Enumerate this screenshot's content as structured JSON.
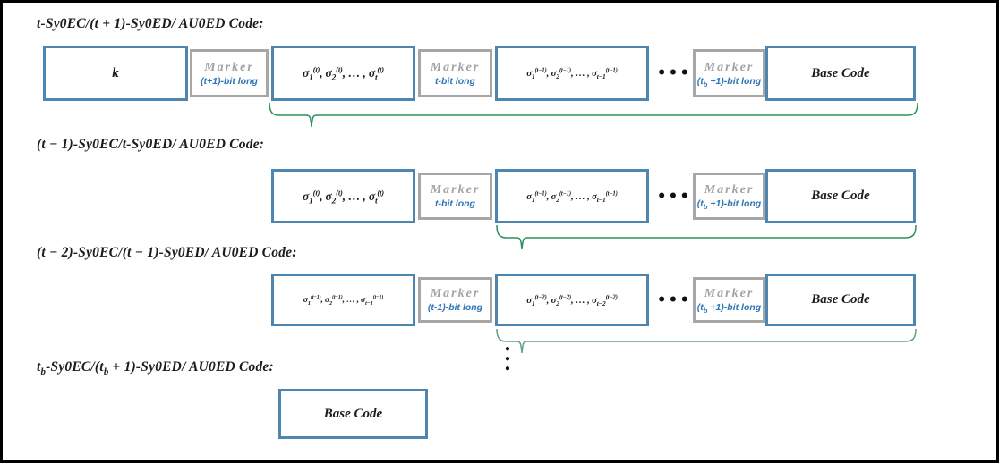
{
  "colors": {
    "box_border_blue": "#4e86b0",
    "marker_border_gray": "#a7a7a7",
    "marker_text_gray": "#a3a3a3",
    "bit_label_blue": "#2e75b6",
    "brace_green_1": "#2e8f5b",
    "brace_green_2": "#2e8f5b",
    "brace_green_3": "#5fa085",
    "text_black": "#1c1c1c"
  },
  "sections": [
    {
      "heading_html": "t-Sy0EC/(t + 1)-Sy0ED/ AU0ED Code:",
      "cells": [
        {
          "label_html": "k"
        },
        {
          "title": "Marker",
          "sub_html": "(t+1)-bit long"
        },
        {
          "label_html": "σ<sub>1</sub><sup>(t)</sup>, σ<sub>2</sub><sup>(t)</sup>, … , σ<sub>t</sub><sup>(t)</sup>"
        },
        {
          "title": "Marker",
          "sub_html": "t-bit long"
        },
        {
          "label_html": "σ<sub>1</sub><sup>(t−1)</sup>, σ<sub>2</sub><sup>(t−1)</sup>, … , σ<sub>t−1</sub><sup>(t−1)</sup>"
        },
        {
          "label": "•••"
        },
        {
          "title": "Marker",
          "sub_html": "(t<sub>b</sub> +1)-bit long"
        },
        {
          "label_html": "Base Code"
        }
      ]
    },
    {
      "heading_html": "(t − 1)-Sy0EC/t-Sy0ED/ AU0ED Code:",
      "cells": [
        {
          "label_html": "σ<sub>1</sub><sup>(t)</sup>, σ<sub>2</sub><sup>(t)</sup>, … , σ<sub>t</sub><sup>(t)</sup>"
        },
        {
          "title": "Marker",
          "sub_html": "t-bit long"
        },
        {
          "label_html": "σ<sub>1</sub><sup>(t−1)</sup>, σ<sub>2</sub><sup>(t−1)</sup>, … , σ<sub>t−1</sub><sup>(t−1)</sup>"
        },
        {
          "label": "•••"
        },
        {
          "title": "Marker",
          "sub_html": "(t<sub>b</sub> +1)-bit long"
        },
        {
          "label_html": "Base Code"
        }
      ]
    },
    {
      "heading_html": "(t − 2)-Sy0EC/(t − 1)-Sy0ED/ AU0ED Code:",
      "cells": [
        {
          "label_html": "σ<sub>1</sub><sup>(t−1)</sup>, σ<sub>2</sub><sup>(t−1)</sup>, … , σ<sub>t−1</sub><sup>(t−1)</sup>"
        },
        {
          "title": "Marker",
          "sub_html": "(t-1)-bit long"
        },
        {
          "label_html": "σ<sub>1</sub><sup>(t−2)</sup>, σ<sub>2</sub><sup>(t−2)</sup>, … , σ<sub>t−2</sub><sup>(t−2)</sup>"
        },
        {
          "label": "•••"
        },
        {
          "title": "Marker",
          "sub_html": "(t<sub>b</sub> +1)-bit long"
        },
        {
          "label_html": "Base Code"
        }
      ]
    },
    {
      "heading_html": "t<sub>b</sub>-Sy0EC/(t<sub>b</sub> + 1)-Sy0ED/ AU0ED Code:",
      "cells": [
        {
          "label_html": "Base Code"
        }
      ]
    }
  ],
  "vertical_ellipsis": "•\n•\n•"
}
